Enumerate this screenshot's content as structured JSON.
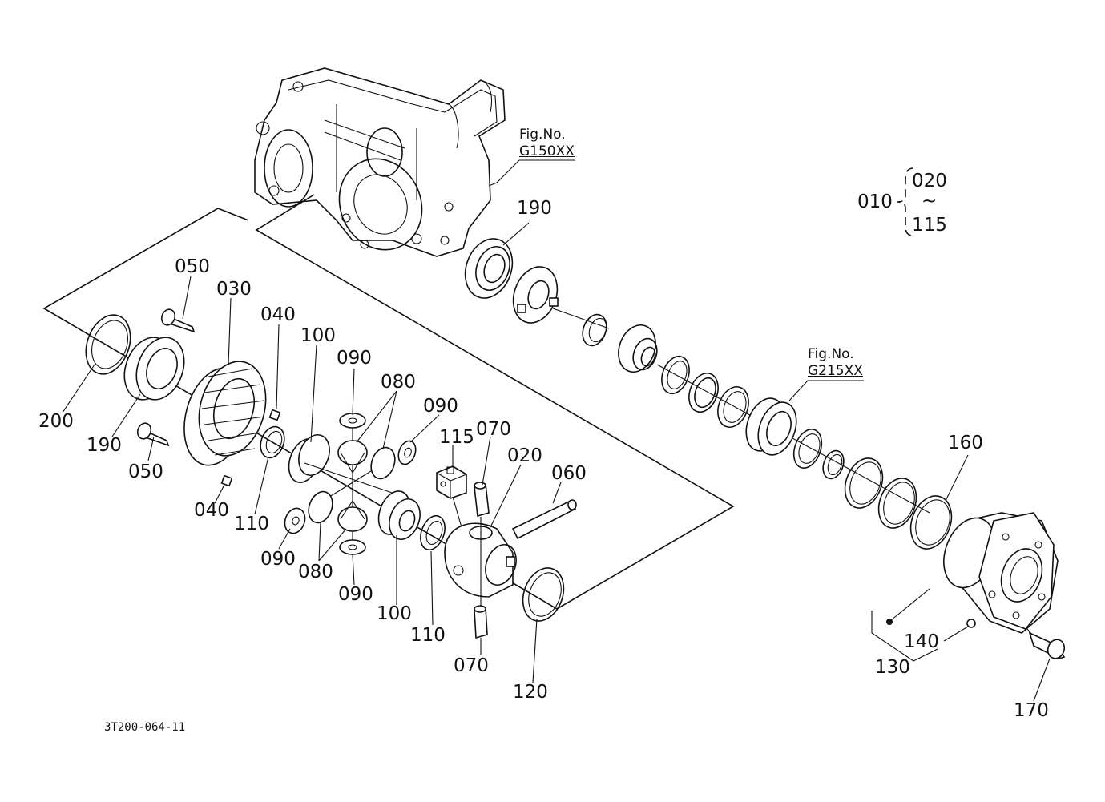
{
  "diagram": {
    "drawing_number": "3T200-064-11",
    "fig_refs": [
      {
        "prefix": "Fig.No.",
        "code": "G150XX"
      },
      {
        "prefix": "Fig.No.",
        "code": "G215XX"
      }
    ],
    "assembly_range": {
      "parent": "010",
      "from": "020",
      "tilde": "~",
      "to": "115"
    },
    "labels": [
      {
        "id": "200",
        "text": "200"
      },
      {
        "id": "190a",
        "text": "190"
      },
      {
        "id": "050a",
        "text": "050"
      },
      {
        "id": "050b",
        "text": "050"
      },
      {
        "id": "030",
        "text": "030"
      },
      {
        "id": "040a",
        "text": "040"
      },
      {
        "id": "040b",
        "text": "040"
      },
      {
        "id": "110a",
        "text": "110"
      },
      {
        "id": "100a",
        "text": "100"
      },
      {
        "id": "090a",
        "text": "090"
      },
      {
        "id": "080a",
        "text": "080"
      },
      {
        "id": "090b",
        "text": "090"
      },
      {
        "id": "115",
        "text": "115"
      },
      {
        "id": "070a",
        "text": "070"
      },
      {
        "id": "020",
        "text": "020"
      },
      {
        "id": "060",
        "text": "060"
      },
      {
        "id": "090c",
        "text": "090"
      },
      {
        "id": "080b",
        "text": "080"
      },
      {
        "id": "090d",
        "text": "090"
      },
      {
        "id": "100b",
        "text": "100"
      },
      {
        "id": "110b",
        "text": "110"
      },
      {
        "id": "070b",
        "text": "070"
      },
      {
        "id": "120",
        "text": "120"
      },
      {
        "id": "190b",
        "text": "190"
      },
      {
        "id": "160",
        "text": "160"
      },
      {
        "id": "140",
        "text": "140"
      },
      {
        "id": "130",
        "text": "130"
      },
      {
        "id": "170",
        "text": "170"
      }
    ]
  }
}
